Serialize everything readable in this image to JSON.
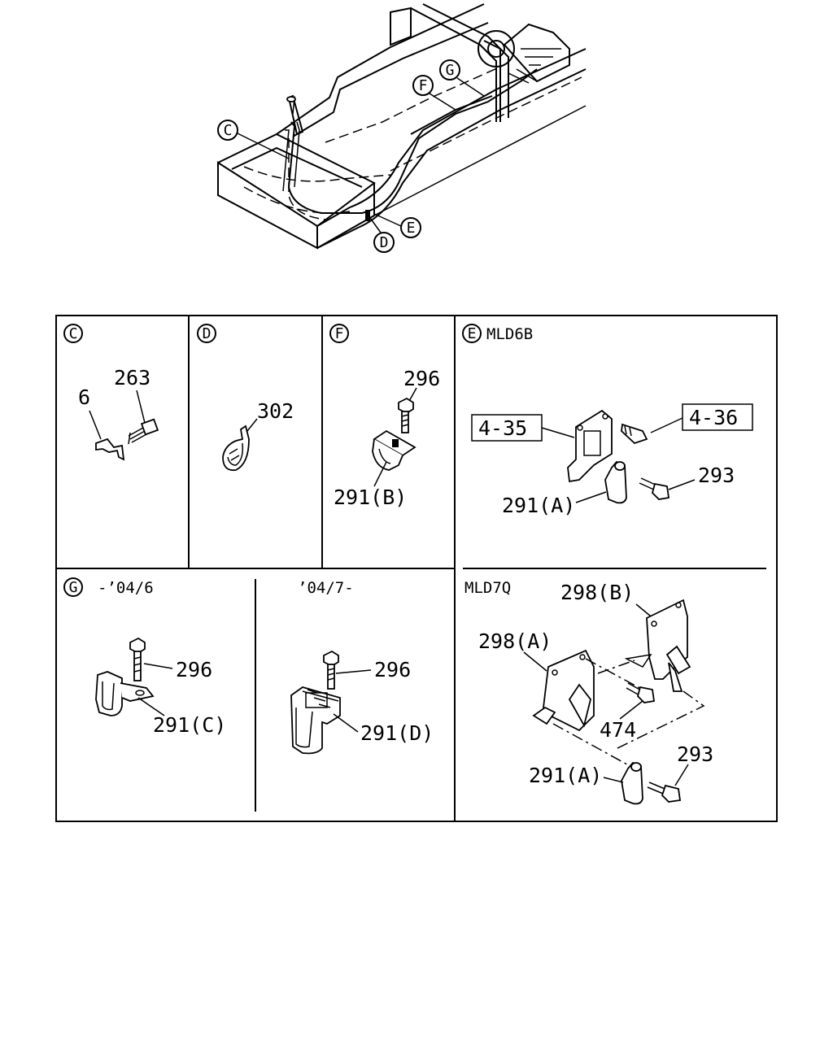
{
  "callouts": {
    "C": "C",
    "D": "D",
    "E": "E",
    "F": "F",
    "G": "G"
  },
  "panels": {
    "C": {
      "tag": "C",
      "parts": [
        "263",
        "6"
      ]
    },
    "D": {
      "tag": "D",
      "parts": [
        "302"
      ]
    },
    "F": {
      "tag": "F",
      "parts": [
        "296",
        "291(B)"
      ]
    },
    "E": {
      "tag": "E",
      "title": "MLD6B",
      "parts": [
        "4-35",
        "4-36",
        "293",
        "291(A)"
      ]
    },
    "G": {
      "tag": "G",
      "early": "-’04/6",
      "late": "’04/7-",
      "early_parts": [
        "296",
        "291(C)"
      ],
      "late_parts": [
        "296",
        "291(D)"
      ]
    },
    "M": {
      "title": "MLD7Q",
      "parts": [
        "298(B)",
        "298(A)",
        "474",
        "293",
        "291(A)"
      ]
    }
  }
}
